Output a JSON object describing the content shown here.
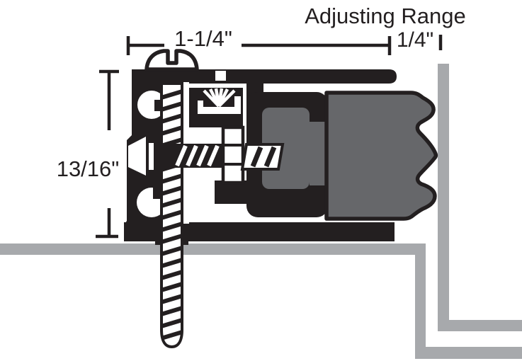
{
  "labels": {
    "adjusting_range": "Adjusting Range",
    "width": "1-1/4\"",
    "range": "1/4\"",
    "height": "13/16\""
  },
  "colors": {
    "ink": "#231f20",
    "seal_gray": "#66676a",
    "frame_gray": "#a7a9ac",
    "paper": "#ffffff"
  },
  "icons": {
    "screw_head": "slotted-pan-head-screw-icon",
    "threads": "diagonal-hatch-thread-icon",
    "spring": "fan-spring-icon",
    "nut": "hex-nut-side-icon"
  }
}
